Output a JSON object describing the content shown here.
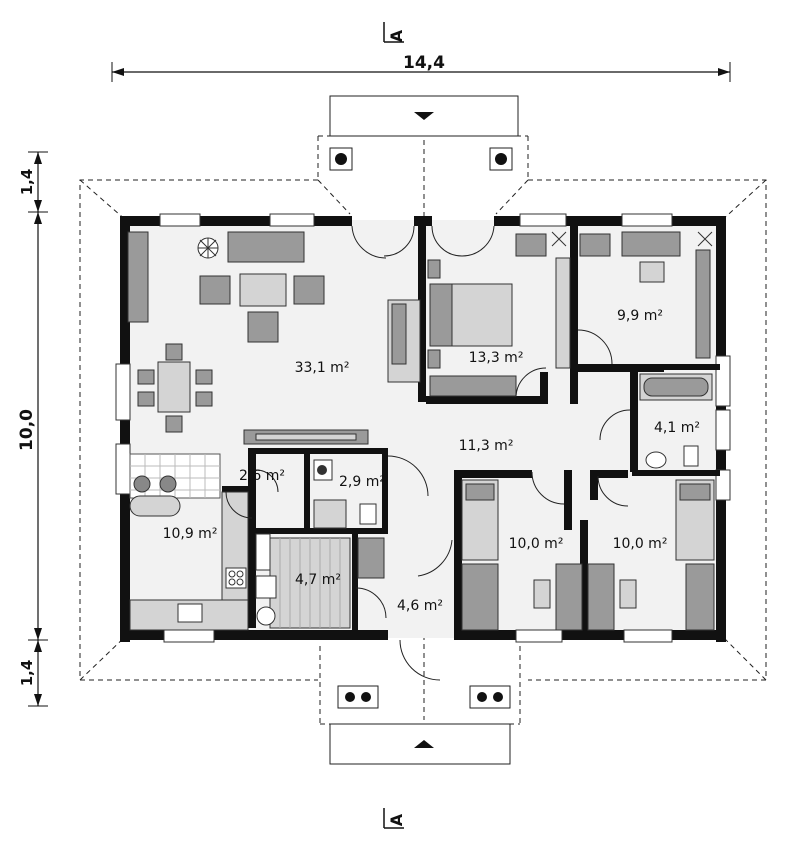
{
  "section_marker": "A",
  "dimensions": {
    "width": "14,4",
    "height": "10,0",
    "porch_top": "1,4",
    "porch_bottom": "1,4"
  },
  "rooms": {
    "living": "33,1 m²",
    "bedroom_master": "13,3 m²",
    "bedroom_small": "9,9 m²",
    "hall": "11,3 m²",
    "bath": "4,1 m²",
    "pantry": "2,6 m²",
    "wc": "2,9 m²",
    "kitchen": "10,9 m²",
    "utility": "4,7 m²",
    "vestibule": "4,6 m²",
    "bedroom_left": "10,0 m²",
    "bedroom_right": "10,0 m²"
  }
}
